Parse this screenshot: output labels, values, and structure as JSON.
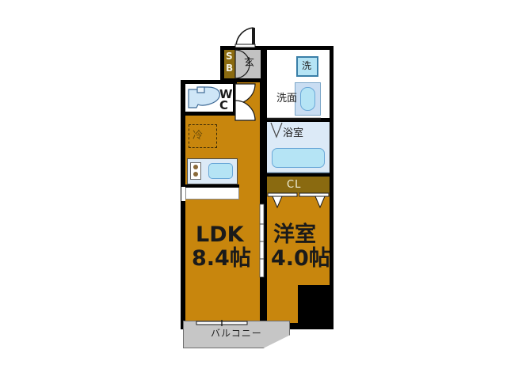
{
  "plan": {
    "type": "japanese-floor-plan",
    "units": "帖 (jo / tatami mats)",
    "rooms": [
      {
        "id": "ldk",
        "label": "LDK",
        "area": "8.4帖"
      },
      {
        "id": "washitsu",
        "label": "洋室",
        "area": "4.0帖"
      }
    ],
    "labels": {
      "ldk_name": "LDK",
      "ldk_area": "8.4帖",
      "room_name": "洋室",
      "room_area": "4.0帖",
      "balcony": "バルコニー",
      "closet": "CL",
      "bathroom": "浴室",
      "washbasin": "洗面",
      "washer": "洗",
      "toilet_w": "W",
      "toilet_c": "C",
      "entrance": "玄",
      "shoebox_s": "S",
      "shoebox_b": "B",
      "fridge": "冷"
    },
    "colors": {
      "floor": "#c8860d",
      "wall": "#000000",
      "closet": "#8a6a10",
      "water": "#b5e4f5",
      "tile": "#dceaf7",
      "genkan": "#c2c2c2",
      "balcony": "#c6c6c6",
      "wetroom": "#ffffff"
    },
    "fixtures": [
      {
        "id": "toilet",
        "name": "toilet-fixture"
      },
      {
        "id": "washbasin",
        "name": "washbasin-fixture"
      },
      {
        "id": "washer",
        "name": "washing-machine-space"
      },
      {
        "id": "bathtub",
        "name": "bathtub-fixture"
      },
      {
        "id": "stove",
        "name": "stove-burners"
      },
      {
        "id": "sink",
        "name": "kitchen-sink"
      },
      {
        "id": "fridge",
        "name": "refrigerator-space"
      },
      {
        "id": "shoebox",
        "name": "shoe-box"
      }
    ]
  }
}
